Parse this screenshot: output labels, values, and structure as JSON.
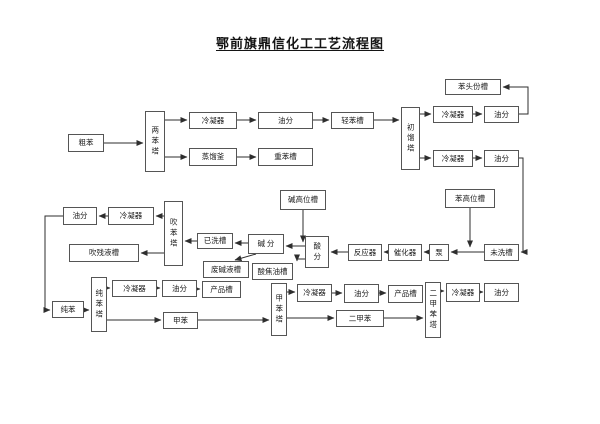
{
  "title": "鄂前旗鼎信化工工艺流程图",
  "colors": {
    "background": "#ffffff",
    "line": "#2e2e2e",
    "box_border": "#555555",
    "text": "#1a1a1a"
  },
  "labels": {
    "crude_benzene": "粗苯",
    "two_benzene_tower": "两苯塔",
    "condenser": "冷凝器",
    "oil_separator": "油分",
    "light_benzene_tank": "轻苯槽",
    "distillation_kettle": "蒸馏釜",
    "heavy_benzene_tank": "重苯槽",
    "initial_distillation_tower": "初馏塔",
    "benzene_head_fraction_tank": "苯头份槽",
    "benzene_high_level_tank": "苯高位槽",
    "alkali_high_level_tank": "碱高位槽",
    "alkali_separator": "碱 分",
    "acid_separator": "酸分",
    "washed_tank": "已洗槽",
    "waste_alkali_liquid_tank": "废碱液槽",
    "acid_tar_tank": "酸焦油槽",
    "reactor": "反应器",
    "catalyzer": "催化器",
    "pump": "泵",
    "unwashed_tank": "未洗槽",
    "benzene_blowing_tower": "吹苯塔",
    "blowing_residue_tank": "吹残液槽",
    "pure_benzene": "纯苯",
    "pure_benzene_tower": "纯苯塔",
    "product_tank": "产品槽",
    "toluene": "甲苯",
    "toluene_tower": "甲苯塔",
    "xylene": "二甲苯",
    "xylene_tower": "二甲苯塔"
  }
}
